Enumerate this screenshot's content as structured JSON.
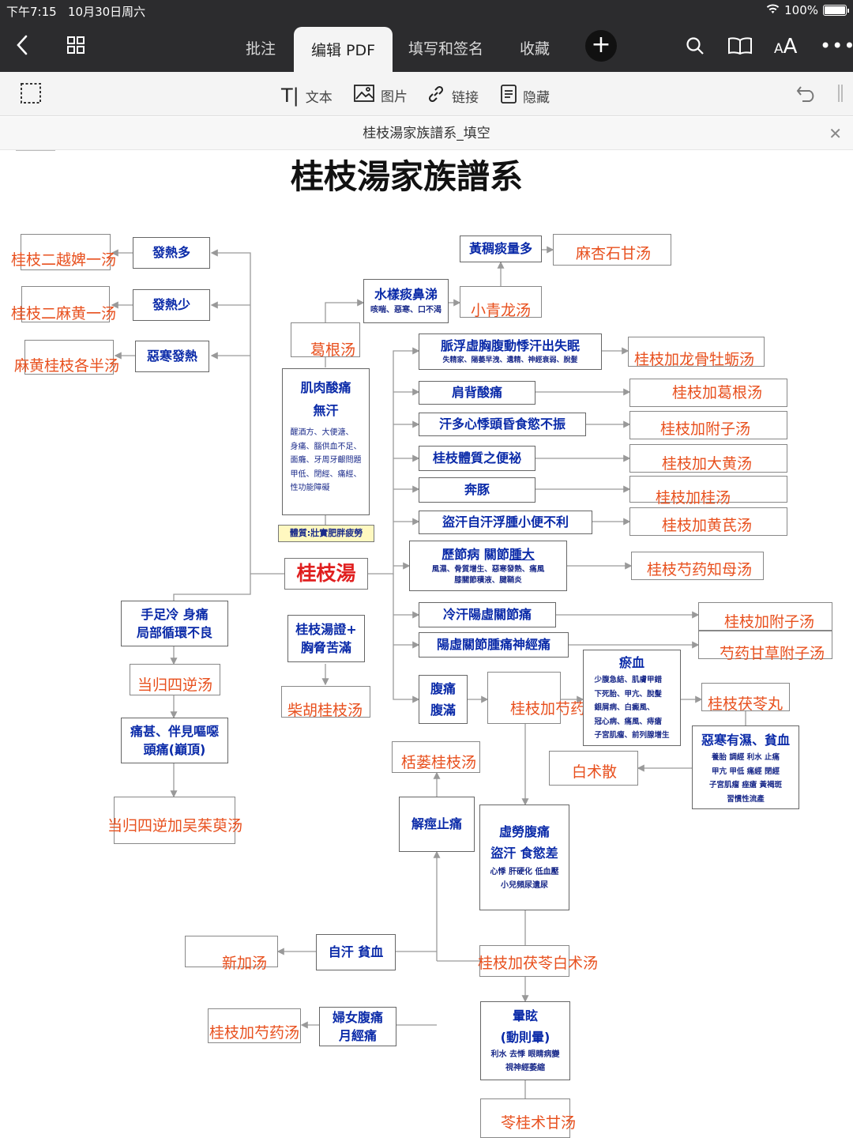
{
  "status_bar": {
    "time": "下午7:15",
    "date": "10月30日周六",
    "battery": "100%"
  },
  "nav": {
    "tabs": [
      "批注",
      "编辑 PDF",
      "填写和签名",
      "收藏"
    ],
    "active_tab": "编辑 PDF"
  },
  "toolbar": {
    "text": "文本",
    "image": "图片",
    "link": "链接",
    "hide": "隐藏"
  },
  "document": {
    "filename": "桂枝湯家族譜系_填空",
    "title": "桂枝湯家族譜系"
  },
  "center": {
    "label": "桂枝湯",
    "constitution": "體質:壯實肥胖疲勞"
  },
  "left_boxes": {
    "fever_more": "發熱多",
    "fever_less": "發熱少",
    "chills_fever": "惡寒發熱",
    "cold_limbs_1": "手足冷 身痛",
    "cold_limbs_2": "局部循環不良",
    "severe_pain_1": "痛甚、伴見嘔噁",
    "severe_pain_2": "頭痛(巔頂)",
    "syndrome_1": "桂枝湯證+",
    "syndrome_2": "胸脅苦滿"
  },
  "muscle": {
    "title_1": "肌肉酸痛",
    "title_2": "無汗",
    "notes": [
      "醒酒方、大便溏、",
      "身痛、腦供血不足、",
      "面癱、牙周牙齦問題",
      "甲低、閉經、痛經、",
      "性功能障礙"
    ]
  },
  "top_boxes": {
    "water": "水樣痰鼻涕",
    "water_notes": "咳喘、惡寒、口不渴",
    "yellow": "黃稠痰量多"
  },
  "right_boxes": {
    "pulse": "脈浮虛胸腹動悸汗出失眠",
    "pulse_notes": "失精家、陽萎早洩、遺精、神經衰弱、脫髮",
    "shoulder": "肩背酸痛",
    "sweat": "汗多心悸頭昏食慾不振",
    "constip": "桂枝體質之便祕",
    "bentun": "奔豚",
    "night_sweat": "盜汗自汗浮腫小便不利",
    "joint_1": "歷節病 關節",
    "joint_2": "腫大",
    "joint_notes_1": "風濕、骨質增生、惡寒發熱、痛風",
    "joint_notes_2": "膝關節積液、腱鞘炎",
    "cold_sweat": "冷汗陽虛關節痛",
    "yang_def": "陽虛關節腫痛神經痛",
    "abd_1": "腹痛",
    "abd_2": "腹滿",
    "stasis": "瘀血",
    "stasis_notes": [
      "少腹急結、肌膚甲錯",
      "下死胎、甲亢、脫髮",
      "銀屑病、白癜風、",
      "冠心病、痛風、痔瘡",
      "子宮肌瘤、前列腺增生"
    ],
    "cold_damp": "惡寒有濕、貧血",
    "cold_damp_notes": [
      "養胎 調經 利水 止痛",
      "甲亢 甲低 痛經 閉經",
      "子宮肌瘤 痤瘡 黃褐斑",
      "習慣性流產"
    ]
  },
  "lower_boxes": {
    "spasm": "解痙止痛",
    "deficiency_1": "虛勞腹痛",
    "deficiency_2": "盜汗 食慾差",
    "deficiency_notes_1": "心悸 肝硬化 低血壓",
    "deficiency_notes_2": "小兒頻尿遺尿",
    "spont_sweat": "自汗 貧血",
    "women_1": "婦女腹痛",
    "women_2": "月經痛",
    "dizzy_1": "暈眩",
    "dizzy_2": "(動則暈)",
    "dizzy_notes_1": "利水 去悸 眼睛病變",
    "dizzy_notes_2": "視神經萎縮"
  },
  "answers": {
    "a1": "桂枝二越婢一汤",
    "a2": "桂枝二麻黄一汤",
    "a3": "麻黄桂枝各半汤",
    "a4": "麻杏石甘汤",
    "a5": "小青龙汤",
    "a6": "葛根汤",
    "a7": "桂枝加龙骨牡蛎汤",
    "a8": "桂枝加葛根汤",
    "a9": "桂枝加附子汤",
    "a10": "桂枝加大黄汤",
    "a11": "桂枝加桂汤",
    "a12": "桂枝加黄芪汤",
    "a13": "桂枝芍药知母汤",
    "a14": "桂枝加附子汤",
    "a15": "芍药甘草附子汤",
    "a16": "桂枝加芍药汤",
    "a17": "桂枝茯苓丸",
    "a18": "白术散",
    "a19": "当归四逆汤",
    "a20": "当归四逆加吴茱萸汤",
    "a21": "柴胡桂枝汤",
    "a22": "栝蒌桂枝汤",
    "a23": "新加汤",
    "a24": "桂枝加芍药汤",
    "a25": "桂枝加茯苓白术汤",
    "a26": "苓桂术甘汤"
  }
}
